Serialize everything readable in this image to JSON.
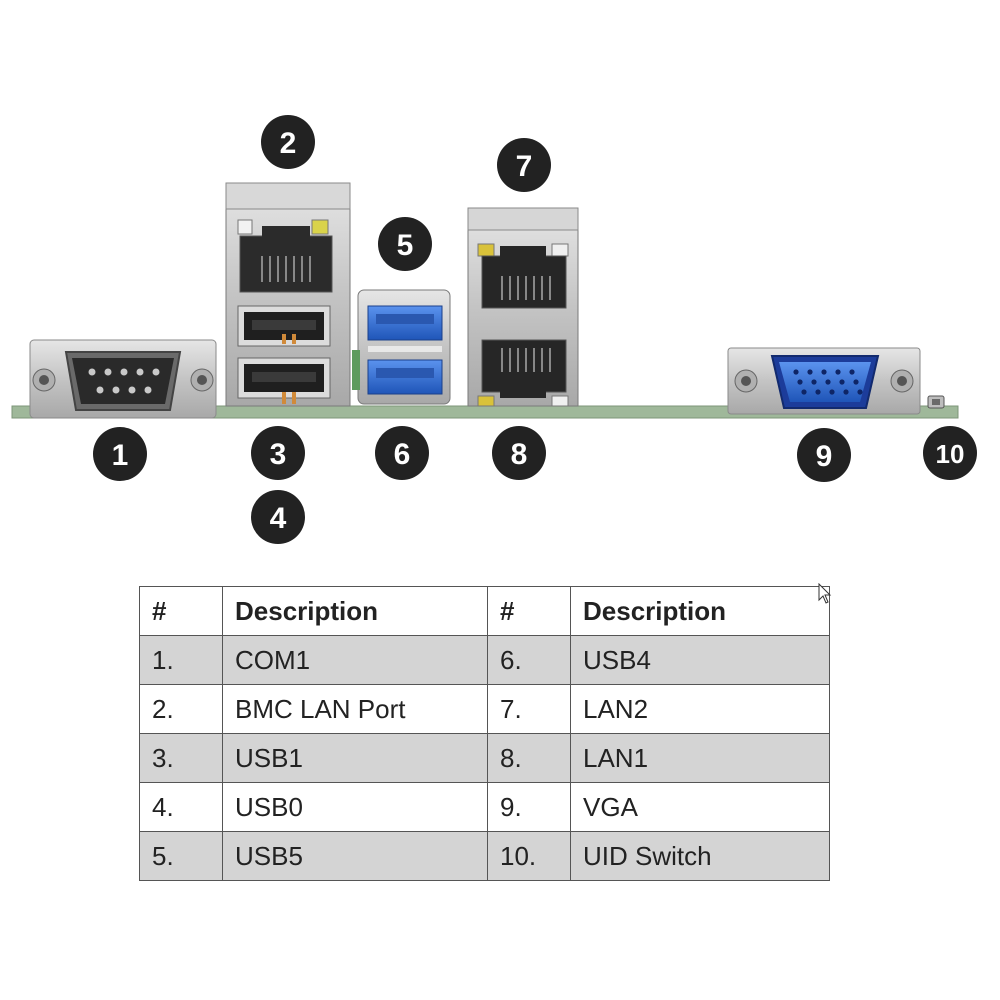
{
  "callouts": [
    "1",
    "2",
    "3",
    "4",
    "5",
    "6",
    "7",
    "8",
    "9",
    "10"
  ],
  "legend": {
    "headers": [
      "#",
      "Description",
      "#",
      "Description"
    ],
    "rows": [
      {
        "n1": "1.",
        "d1": "COM1",
        "n2": "6.",
        "d2": "USB4"
      },
      {
        "n1": "2.",
        "d1": "BMC LAN Port",
        "n2": "7.",
        "d2": "LAN2"
      },
      {
        "n1": "3.",
        "d1": "USB1",
        "n2": "8.",
        "d2": "LAN1"
      },
      {
        "n1": "4.",
        "d1": "USB0",
        "n2": "9.",
        "d2": "VGA"
      },
      {
        "n1": "5.",
        "d1": "USB5",
        "n2": "10.",
        "d2": "UID Switch"
      }
    ]
  },
  "colors": {
    "callout_fill": "#222222",
    "usb3_blue": "#2f6fd6",
    "vga_blue": "#2a56c8",
    "pcb_green": "#9fb89a",
    "metal": "#c9c9c9",
    "row_shade": "#d4d4d4"
  },
  "icons": [
    "com-port-icon",
    "rj45-port-icon",
    "usb-port-icon",
    "vga-port-icon",
    "uid-switch-icon",
    "mouse-cursor-icon"
  ]
}
